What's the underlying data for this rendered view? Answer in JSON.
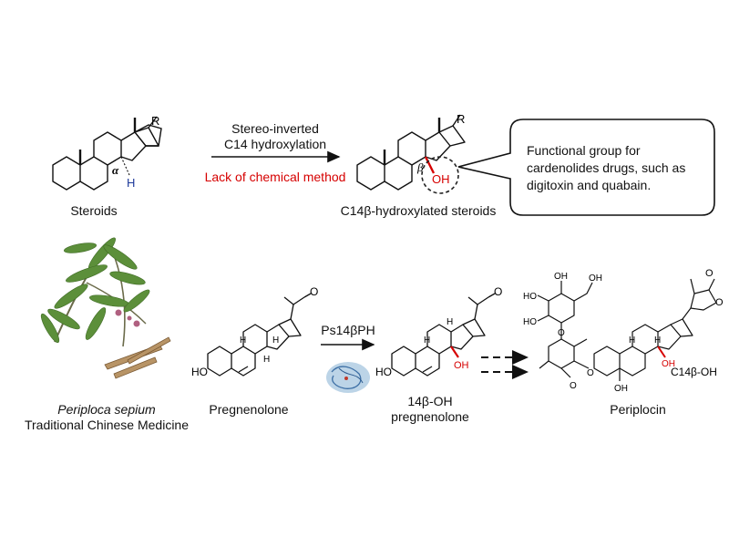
{
  "colors": {
    "accent": "#d60000",
    "h_blue": "#1f3a9a",
    "ink": "#111111"
  },
  "top": {
    "reactant_label": "Steroids",
    "reactant_R": "R",
    "alpha": "α",
    "h_atom": "H",
    "arrow_line1": "Stereo-inverted",
    "arrow_line2": "C14 hydroxylation",
    "arrow_red_note": "Lack of chemical method",
    "product_label": "C14β-hydroxylated steroids",
    "product_R": "R",
    "beta": "β",
    "oh": "OH",
    "callout": "Functional group for cardenolides drugs, such as digitoxin and quabain."
  },
  "bottom": {
    "plant_name": "Periploca sepium",
    "plant_subtitle": "Traditional Chinese Medicine",
    "substrate_label": "Pregnenolone",
    "enzyme": "Ps14βPH",
    "product_line1": "14β-OH",
    "product_line2": "pregnenolone",
    "final_label": "Periplocin",
    "ho": "HO",
    "oh": "OH",
    "h": "H",
    "o": "O",
    "c14": "C14β-OH"
  }
}
